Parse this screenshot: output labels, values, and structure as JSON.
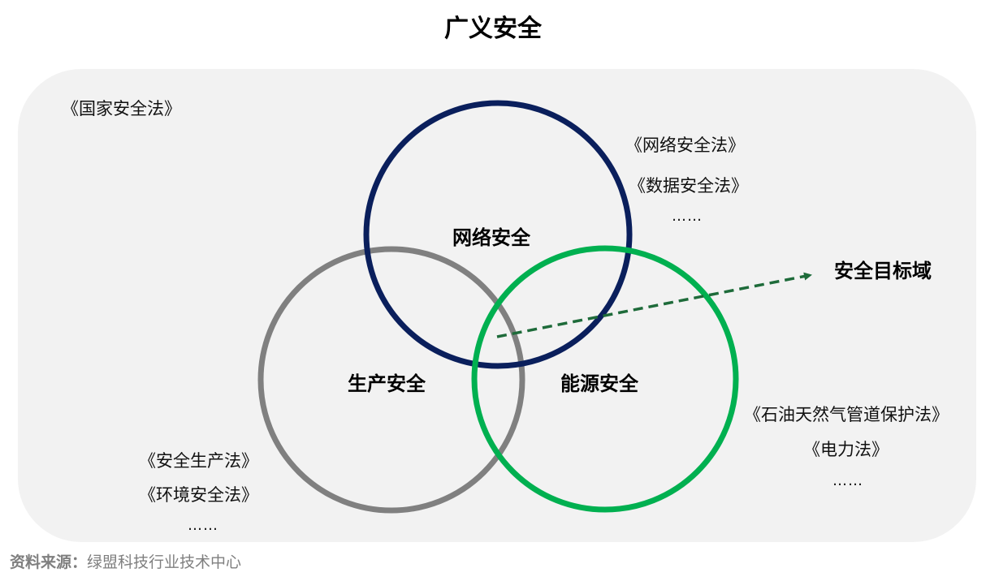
{
  "title": "广义安全",
  "colors": {
    "panel_bg": "#f2f2f2",
    "network_circle": "#0a1f5c",
    "production_circle": "#808080",
    "energy_circle": "#00b050",
    "arrow": "#1e6b3a"
  },
  "laws": {
    "national": "《国家安全法》",
    "network": [
      "《网络安全法》",
      "《数据安全法》",
      "……"
    ],
    "energy": [
      "《石油天然气管道保护法》",
      "《电力法》",
      "……"
    ],
    "production": [
      "《安全生产法》",
      "《环境安全法》",
      "……"
    ]
  },
  "circles": {
    "network": "网络安全",
    "production": "生产安全",
    "energy": "能源安全"
  },
  "target": "安全目标域",
  "source": {
    "label": "资料来源：",
    "text": "绿盟科技行业技术中心"
  }
}
